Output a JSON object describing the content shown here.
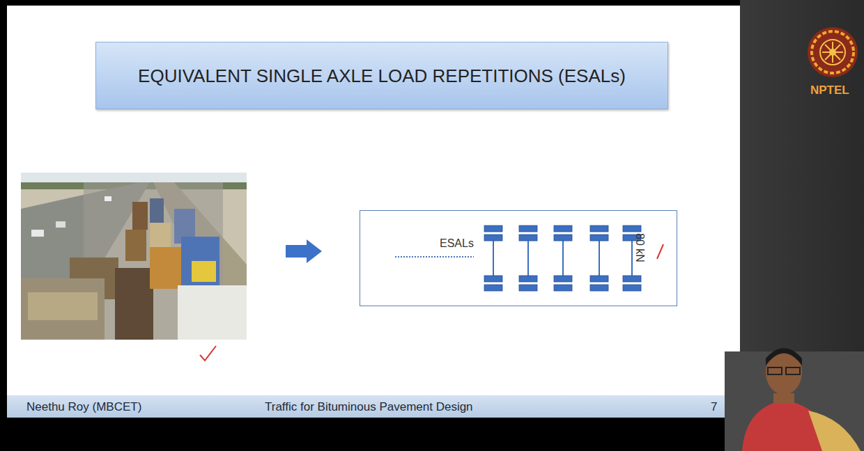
{
  "diagram": {
    "title": "EQUIVALENT SINGLE AXLE LOAD REPETITIONS (ESALs)",
    "nodes": [
      {
        "text": [
          "ESALs",
          "80 kN"
        ]
      }
    ],
    "labels": [
      "Neethu Roy (MBCET)",
      "Traffic for Bituminous Pavement Design",
      "7",
      "NPTEL"
    ]
  }
}
